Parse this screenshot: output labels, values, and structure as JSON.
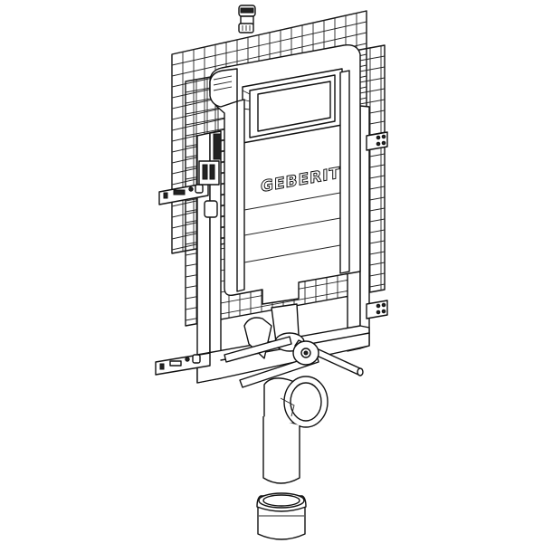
{
  "diagram": {
    "subject": "Concealed cistern installation frame (exploded view)",
    "brand_label": "GEBERIT",
    "colors": {
      "line": "#111111",
      "background": "#ffffff"
    },
    "parts": [
      {
        "id": "valve-fitting",
        "label": "Angle valve / connector"
      },
      {
        "id": "mesh-panel",
        "label": "Wire mesh plaster panel"
      },
      {
        "id": "cistern",
        "label": "Concealed cistern"
      },
      {
        "id": "frame",
        "label": "Steel installation frame"
      },
      {
        "id": "wall-brackets",
        "label": "Wall fixing brackets"
      },
      {
        "id": "flush-pipe",
        "label": "Flush bend / pipe"
      },
      {
        "id": "connector-rods",
        "label": "Threaded connector rods"
      },
      {
        "id": "drain-elbow",
        "label": "Drain elbow"
      },
      {
        "id": "drain-pipe",
        "label": "Drain pipe"
      },
      {
        "id": "pipe-sleeve",
        "label": "Reducer sleeve"
      }
    ]
  }
}
